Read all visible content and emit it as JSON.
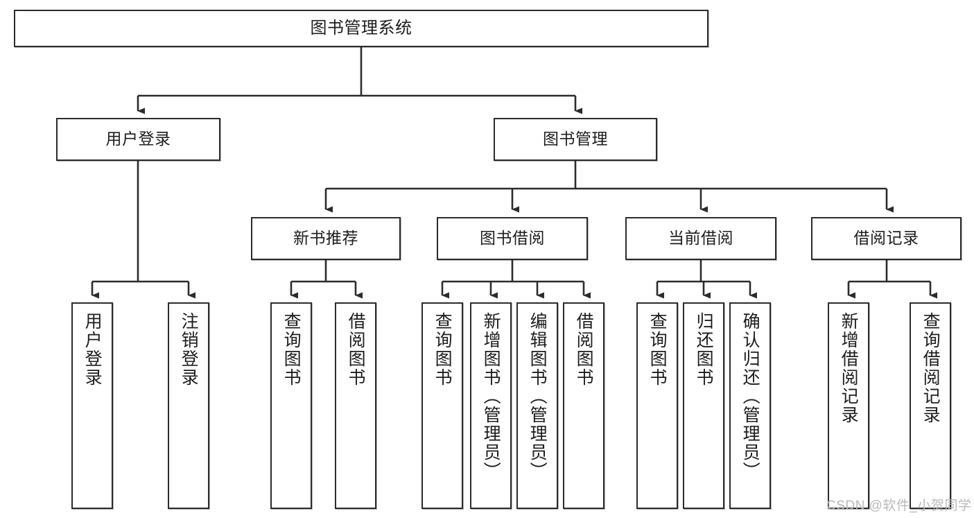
{
  "diagram": {
    "title": "图书管理系统",
    "watermark": "CSDN @软件_小贺同学",
    "colors": {
      "box_border": "#2b2b2b",
      "box_fill": "#ffffff",
      "connector": "#2b2b2b",
      "text": "#1d1d1d",
      "watermark": "#b9b9b9"
    },
    "levels": {
      "root": {
        "label": "图书管理系统"
      },
      "level2": [
        {
          "label": "用户登录"
        },
        {
          "label": "图书管理"
        }
      ],
      "level3": [
        {
          "label": "新书推荐"
        },
        {
          "label": "图书借阅"
        },
        {
          "label": "当前借阅"
        },
        {
          "label": "借阅记录"
        }
      ],
      "leaves": [
        {
          "label": "用户登录",
          "parent": "用户登录"
        },
        {
          "label": "注销登录",
          "parent": "用户登录"
        },
        {
          "label": "查询图书",
          "parent": "新书推荐"
        },
        {
          "label": "借阅图书",
          "parent": "新书推荐"
        },
        {
          "label": "查询图书",
          "parent": "图书借阅"
        },
        {
          "label": "新增图书（管理员）",
          "parent": "图书借阅"
        },
        {
          "label": "编辑图书（管理员）",
          "parent": "图书借阅"
        },
        {
          "label": "借阅图书",
          "parent": "图书借阅"
        },
        {
          "label": "查询图书",
          "parent": "当前借阅"
        },
        {
          "label": "归还图书",
          "parent": "当前借阅"
        },
        {
          "label": "确认归还（管理员）",
          "parent": "当前借阅"
        },
        {
          "label": "新增借阅记录",
          "parent": "借阅记录"
        },
        {
          "label": "查询借阅记录",
          "parent": "借阅记录"
        }
      ]
    }
  }
}
